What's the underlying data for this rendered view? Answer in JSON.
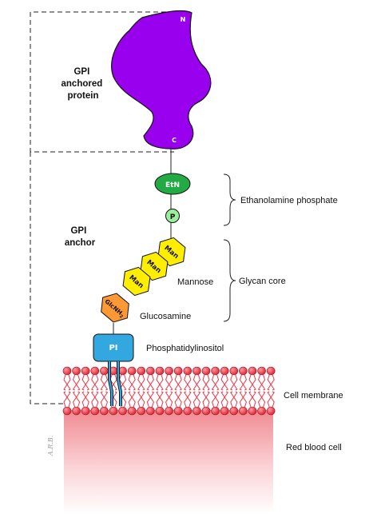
{
  "protein": {
    "title_lines": [
      "GPI",
      "anchored",
      "protein"
    ],
    "n_terminus": "N",
    "c_terminus": "C",
    "color": "#9900ee"
  },
  "anchor": {
    "title_lines": [
      "GPI",
      "anchor"
    ]
  },
  "nodes": {
    "etn": "EtN",
    "phosphate": "P",
    "mannose": [
      "Man",
      "Man",
      "Man"
    ],
    "glcnh2": "GlcNH",
    "glcnh2_sub": "2",
    "pi": "PI"
  },
  "labels": {
    "ethanolamine_phosphate": "Ethanolamine phosphate",
    "mannose": "Mannose",
    "glycan_core": "Glycan core",
    "glucosamine": "Glucosamine",
    "phosphatidylinositol": "Phosphatidylinositol",
    "cell_membrane": "Cell membrane",
    "red_blood_cell": "Red blood cell",
    "signature": "A.R.B."
  },
  "colors": {
    "etn": "#22aa44",
    "phosphate": "#99ee99",
    "mannose": "#ffee00",
    "glucosamine": "#ff9933",
    "pi": "#33a8e0",
    "lipid_head": "#ee3344",
    "cell": "#f3a3a8"
  }
}
